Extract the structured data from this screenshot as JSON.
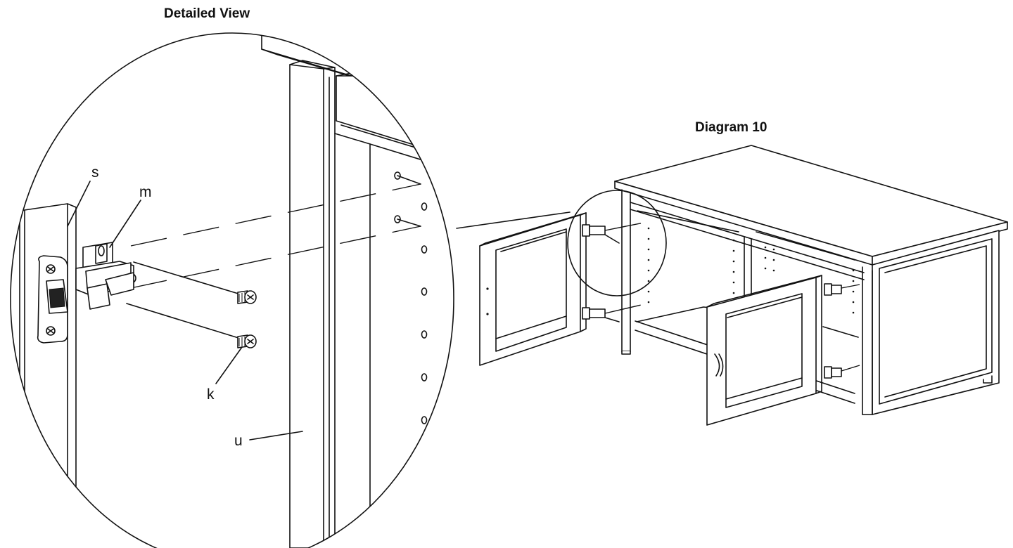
{
  "detail_title": "Detailed View",
  "diagram_title": "Diagram 10",
  "callouts": {
    "s": "s",
    "m": "m",
    "k": "k",
    "u": "u"
  }
}
